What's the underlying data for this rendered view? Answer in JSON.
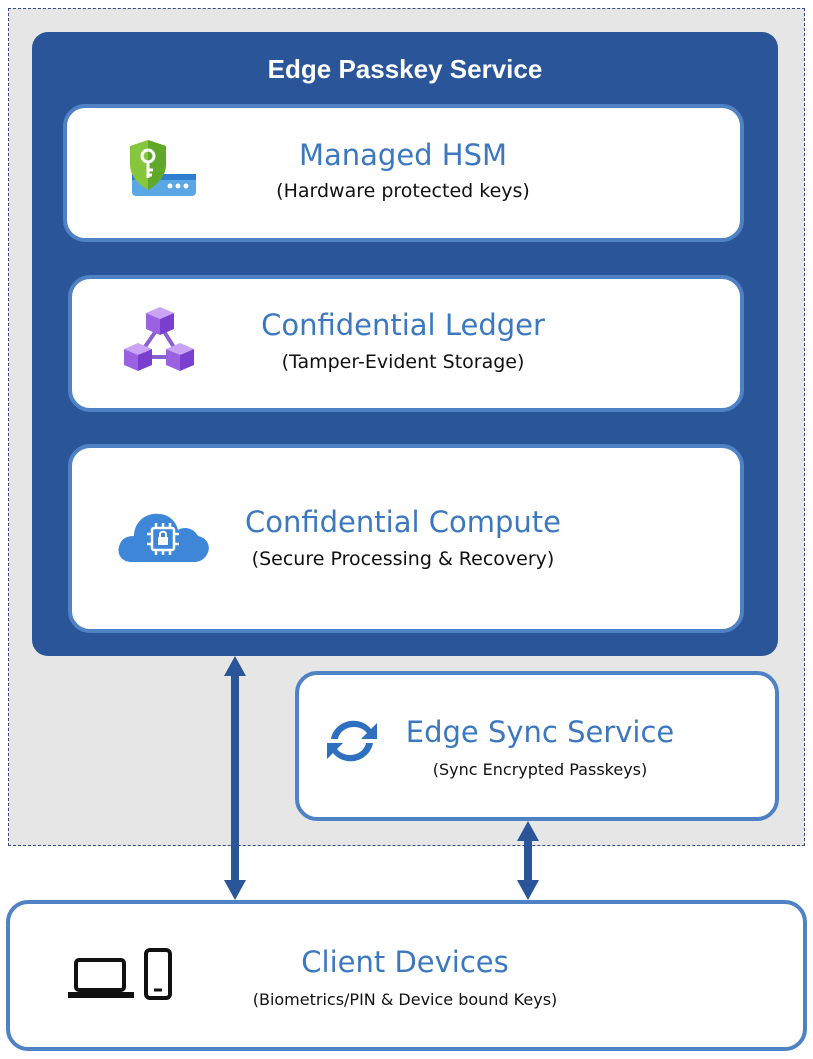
{
  "service": {
    "title": "Edge Passkey Service"
  },
  "components": [
    {
      "title": "Managed HSM",
      "subtitle": "(Hardware protected keys)",
      "icon": "key-shield-icon"
    },
    {
      "title": "Confidential Ledger",
      "subtitle": "(Tamper-Evident Storage)",
      "icon": "ledger-cubes-icon"
    },
    {
      "title": "Confidential Compute",
      "subtitle": "(Secure Processing & Recovery)",
      "icon": "cloud-chip-icon"
    }
  ],
  "sync": {
    "title": "Edge Sync Service",
    "subtitle": "(Sync Encrypted Passkeys)",
    "icon": "sync-arrows-icon"
  },
  "client": {
    "title": "Client Devices",
    "subtitle": "(Biometrics/PIN & Device bound Keys)",
    "icon": "laptop-phone-icon"
  },
  "colors": {
    "service_bg": "#2a5598",
    "card_border": "#4f81c5",
    "title_text": "#3c78c0",
    "arrow": "#2a5598",
    "region_bg": "#e6e6e6"
  }
}
